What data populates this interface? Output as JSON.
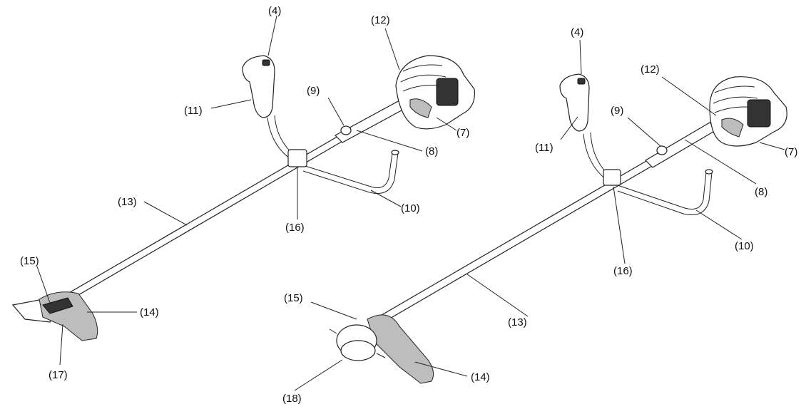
{
  "diagram": {
    "left": {
      "labels": {
        "handle_grip": "(4)",
        "engine": "(12)",
        "throttle_grip": "(11)",
        "hanger": "(9)",
        "fuel_tank": "(7)",
        "shaft_upper": "(8)",
        "barrier_bar": "(10)",
        "shaft": "(13)",
        "clamp": "(16)",
        "gear_case": "(15)",
        "guard": "(14)",
        "blade": "(17)"
      }
    },
    "right": {
      "labels": {
        "handle_grip": "(4)",
        "engine": "(12)",
        "hanger": "(9)",
        "throttle_grip": "(11)",
        "fuel_tank": "(7)",
        "shaft_upper": "(8)",
        "barrier_bar": "(10)",
        "clamp": "(16)",
        "gear_case": "(15)",
        "shaft": "(13)",
        "guard": "(14)",
        "nylon_head": "(18)"
      }
    }
  }
}
